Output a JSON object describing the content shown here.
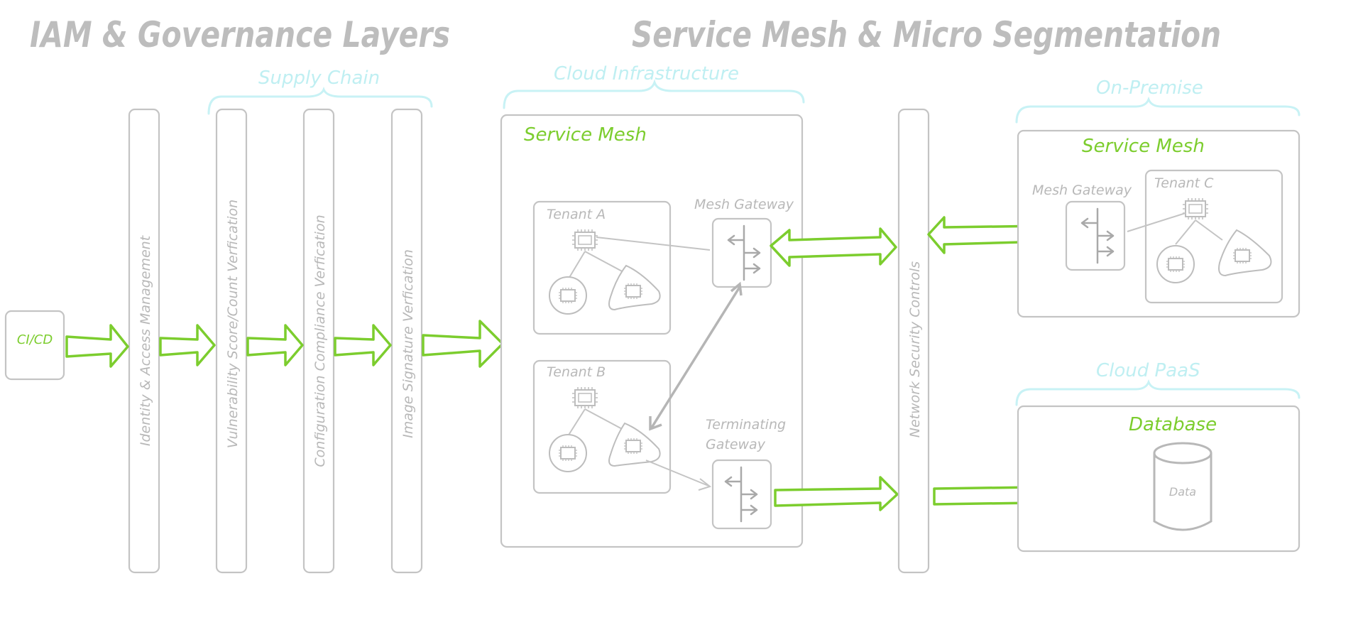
{
  "titles": {
    "left": "IAM & Governance Layers",
    "right": "Service Mesh & Micro Segmentation"
  },
  "groups": {
    "supply_chain": "Supply Chain",
    "cloud_infrastructure": "Cloud Infrastructure",
    "on_premise": "On-Premise",
    "cloud_paas": "Cloud PaaS"
  },
  "source": {
    "label": "CI/CD"
  },
  "layers": [
    "Identity & Access Management",
    "Vulnerability Score/Count Verfication",
    "Configuration Compliance Verfication",
    "Image Signature Verfication"
  ],
  "cloud_mesh": {
    "title": "Service Mesh",
    "tenant_a": "Tenant A",
    "tenant_b": "Tenant B",
    "mesh_gateway": "Mesh Gateway",
    "terminating_gateway_line1": "Terminating",
    "terminating_gateway_line2": "Gateway"
  },
  "network_controls": "Network Security Controls",
  "onprem_mesh": {
    "title": "Service Mesh",
    "mesh_gateway": "Mesh Gateway",
    "tenant_c": "Tenant C"
  },
  "paas": {
    "title": "Database",
    "db_label": "Data"
  },
  "colors": {
    "accent_green": "#7ccd2e",
    "outline_gray": "#c4c4c4",
    "group_cyan": "#c8f2f5",
    "title_gray": "#bdbdbd"
  }
}
